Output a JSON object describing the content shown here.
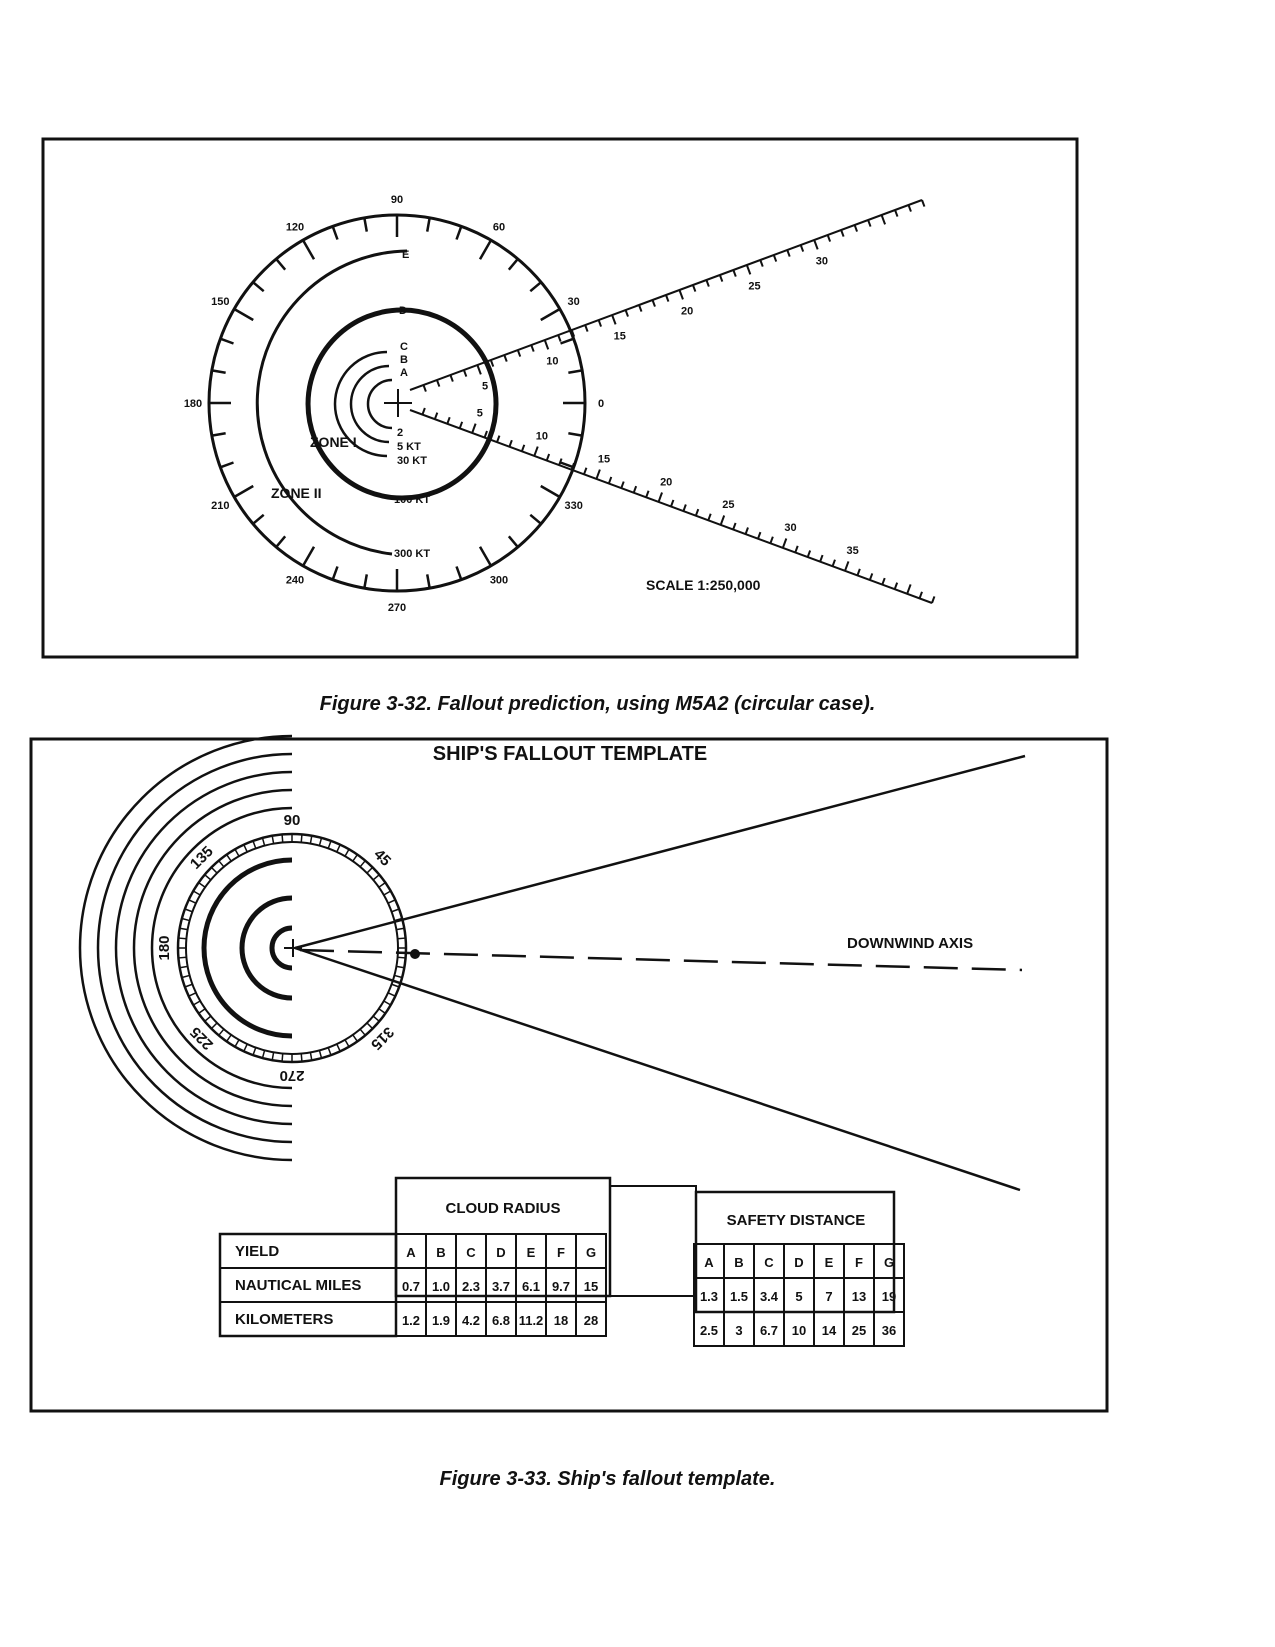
{
  "figure_1": {
    "caption": "Figure 3-32. Fallout prediction, using M5A2 (circular case).",
    "compass_labels": [
      "0",
      "30",
      "60",
      "90",
      "120",
      "150",
      "180",
      "210",
      "240",
      "270",
      "300",
      "330"
    ],
    "zone_labels": [
      "ZONE I",
      "ZONE II"
    ],
    "cloud_labels": [
      "A",
      "B",
      "C",
      "D",
      "E"
    ],
    "speed_labels": [
      "2",
      "5 KT",
      "30 KT",
      "100 KT",
      "300 KT"
    ],
    "distance_ticks_upper": [
      "5",
      "10",
      "15",
      "20",
      "25",
      "30"
    ],
    "distance_ticks_lower": [
      "5",
      "10",
      "15",
      "20",
      "25",
      "30",
      "35"
    ],
    "scale": "SCALE 1:250,000"
  },
  "figure_2": {
    "caption": "Figure 3-33. Ship's fallout template.",
    "title": "SHIP'S FALLOUT TEMPLATE",
    "downwind_label": "DOWNWIND AXIS",
    "bearing_labels": [
      "45",
      "90",
      "135",
      "180",
      "225",
      "270",
      "315"
    ],
    "table": {
      "cloud_radius_header": "CLOUD RADIUS",
      "safety_distance_header": "SAFETY DISTANCE",
      "row_labels": [
        "YIELD",
        "NAUTICAL MILES",
        "KILOMETERS"
      ],
      "yield_codes": [
        "A",
        "B",
        "C",
        "D",
        "E",
        "F",
        "G"
      ],
      "cloud_radius_nm": [
        "0.7",
        "1.0",
        "2.3",
        "3.7",
        "6.1",
        "9.7",
        "15"
      ],
      "cloud_radius_km": [
        "1.2",
        "1.9",
        "4.2",
        "6.8",
        "11.2",
        "18",
        "28"
      ],
      "safety_distance_nm": [
        "1.3",
        "1.5",
        "3.4",
        "5",
        "7",
        "13",
        "19"
      ],
      "safety_distance_km": [
        "2.5",
        "3",
        "6.7",
        "10",
        "14",
        "25",
        "36"
      ]
    }
  }
}
